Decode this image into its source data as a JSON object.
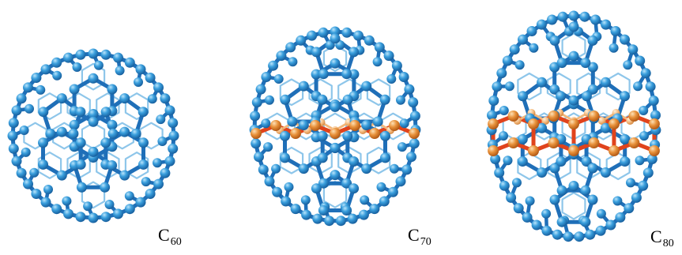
{
  "molecules": [
    {
      "symbol": "C",
      "subscript": "60",
      "has_equatorial_band": false
    },
    {
      "symbol": "C",
      "subscript": "70",
      "has_equatorial_band": true
    },
    {
      "symbol": "C",
      "subscript": "80",
      "has_equatorial_band": true
    }
  ],
  "colors": {
    "front_bond": "#1f6fb8",
    "back_bond": "#8ec6ea",
    "atom": "#2c8fd0",
    "atom_highlight": "#8fd0f5",
    "band_bond": "#e0431c",
    "band_atom": "#e8913a",
    "band_back": "#f3b77a"
  },
  "icons": {
    "c60": "fullerene-c60-icon",
    "c70": "fullerene-c70-icon",
    "c80": "fullerene-c80-icon"
  }
}
